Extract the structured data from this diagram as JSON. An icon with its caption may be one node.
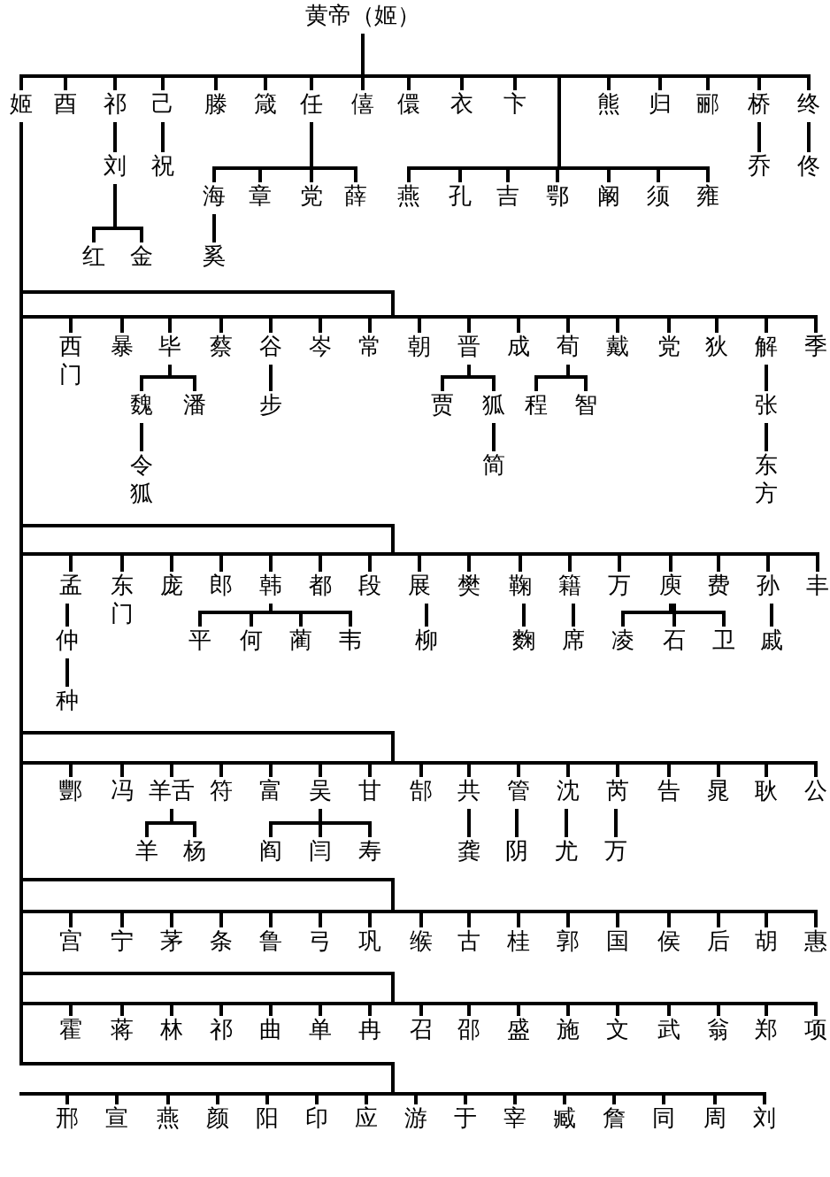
{
  "diagram": {
    "nodes": [
      {
        "text": [
          "黄帝（姬）"
        ]
      },
      {
        "text": [
          "姬"
        ]
      },
      {
        "text": [
          "酉"
        ]
      },
      {
        "text": [
          "祁"
        ]
      },
      {
        "text": [
          "己"
        ]
      },
      {
        "text": [
          "滕"
        ]
      },
      {
        "text": [
          "箴"
        ]
      },
      {
        "text": [
          "任"
        ]
      },
      {
        "text": [
          "僖"
        ]
      },
      {
        "text": [
          "儇"
        ]
      },
      {
        "text": [
          "衣"
        ]
      },
      {
        "text": [
          "卞"
        ]
      },
      {
        "text": [
          "熊"
        ]
      },
      {
        "text": [
          "归"
        ]
      },
      {
        "text": [
          "郦"
        ]
      },
      {
        "text": [
          "桥"
        ]
      },
      {
        "text": [
          "终"
        ]
      },
      {
        "text": [
          "刘"
        ]
      },
      {
        "text": [
          "祝"
        ]
      },
      {
        "text": [
          "海"
        ]
      },
      {
        "text": [
          "章"
        ]
      },
      {
        "text": [
          "党"
        ]
      },
      {
        "text": [
          "薛"
        ]
      },
      {
        "text": [
          "燕"
        ]
      },
      {
        "text": [
          "孔"
        ]
      },
      {
        "text": [
          "吉"
        ]
      },
      {
        "text": [
          "鄂"
        ]
      },
      {
        "text": [
          "阚"
        ]
      },
      {
        "text": [
          "须"
        ]
      },
      {
        "text": [
          "雍"
        ]
      },
      {
        "text": [
          "乔"
        ]
      },
      {
        "text": [
          "佟"
        ]
      },
      {
        "text": [
          "红"
        ]
      },
      {
        "text": [
          "金"
        ]
      },
      {
        "text": [
          "奚"
        ]
      },
      {
        "text": [
          "西门"
        ]
      },
      {
        "text": [
          "暴"
        ]
      },
      {
        "text": [
          "毕"
        ]
      },
      {
        "text": [
          "蔡"
        ]
      },
      {
        "text": [
          "谷"
        ]
      },
      {
        "text": [
          "岑"
        ]
      },
      {
        "text": [
          "常"
        ]
      },
      {
        "text": [
          "朝"
        ]
      },
      {
        "text": [
          "晋"
        ]
      },
      {
        "text": [
          "成"
        ]
      },
      {
        "text": [
          "荀"
        ]
      },
      {
        "text": [
          "戴"
        ]
      },
      {
        "text": [
          "党"
        ]
      },
      {
        "text": [
          "狄"
        ]
      },
      {
        "text": [
          "解"
        ]
      },
      {
        "text": [
          "季"
        ]
      },
      {
        "text": [
          "魏"
        ]
      },
      {
        "text": [
          "潘"
        ]
      },
      {
        "text": [
          "步"
        ]
      },
      {
        "text": [
          "贾"
        ]
      },
      {
        "text": [
          "狐"
        ]
      },
      {
        "text": [
          "程"
        ]
      },
      {
        "text": [
          "智"
        ]
      },
      {
        "text": [
          "张"
        ]
      },
      {
        "text": [
          "令狐"
        ]
      },
      {
        "text": [
          "简"
        ]
      },
      {
        "text": [
          "东方"
        ]
      },
      {
        "text": [
          "孟"
        ]
      },
      {
        "text": [
          "东门"
        ]
      },
      {
        "text": [
          "庞"
        ]
      },
      {
        "text": [
          "郎"
        ]
      },
      {
        "text": [
          "韩"
        ]
      },
      {
        "text": [
          "都"
        ]
      },
      {
        "text": [
          "段"
        ]
      },
      {
        "text": [
          "展"
        ]
      },
      {
        "text": [
          "樊"
        ]
      },
      {
        "text": [
          "鞠"
        ]
      },
      {
        "text": [
          "籍"
        ]
      },
      {
        "text": [
          "万"
        ]
      },
      {
        "text": [
          "庾"
        ]
      },
      {
        "text": [
          "费"
        ]
      },
      {
        "text": [
          "孙"
        ]
      },
      {
        "text": [
          "丰"
        ]
      },
      {
        "text": [
          "仲"
        ]
      },
      {
        "text": [
          "平"
        ]
      },
      {
        "text": [
          "何"
        ]
      },
      {
        "text": [
          "蔺"
        ]
      },
      {
        "text": [
          "韦"
        ]
      },
      {
        "text": [
          "柳"
        ]
      },
      {
        "text": [
          "麴"
        ]
      },
      {
        "text": [
          "席"
        ]
      },
      {
        "text": [
          "凌"
        ]
      },
      {
        "text": [
          "石"
        ]
      },
      {
        "text": [
          "卫"
        ]
      },
      {
        "text": [
          "戚"
        ]
      },
      {
        "text": [
          "种"
        ]
      },
      {
        "text": [
          "酆"
        ]
      },
      {
        "text": [
          "冯"
        ]
      },
      {
        "text": [
          "羊舌"
        ]
      },
      {
        "text": [
          "符"
        ]
      },
      {
        "text": [
          "富"
        ]
      },
      {
        "text": [
          "吴"
        ]
      },
      {
        "text": [
          "甘"
        ]
      },
      {
        "text": [
          "郜"
        ]
      },
      {
        "text": [
          "共"
        ]
      },
      {
        "text": [
          "管"
        ]
      },
      {
        "text": [
          "沈"
        ]
      },
      {
        "text": [
          "芮"
        ]
      },
      {
        "text": [
          "告"
        ]
      },
      {
        "text": [
          "晁"
        ]
      },
      {
        "text": [
          "耿"
        ]
      },
      {
        "text": [
          "公"
        ]
      },
      {
        "text": [
          "羊"
        ]
      },
      {
        "text": [
          "杨"
        ]
      },
      {
        "text": [
          "阎"
        ]
      },
      {
        "text": [
          "闫"
        ]
      },
      {
        "text": [
          "寿"
        ]
      },
      {
        "text": [
          "龚"
        ]
      },
      {
        "text": [
          "阴"
        ]
      },
      {
        "text": [
          "尤"
        ]
      },
      {
        "text": [
          "万"
        ]
      },
      {
        "text": [
          "宫"
        ]
      },
      {
        "text": [
          "宁"
        ]
      },
      {
        "text": [
          "茅"
        ]
      },
      {
        "text": [
          "条"
        ]
      },
      {
        "text": [
          "鲁"
        ]
      },
      {
        "text": [
          "弓"
        ]
      },
      {
        "text": [
          "巩"
        ]
      },
      {
        "text": [
          "缑"
        ]
      },
      {
        "text": [
          "古"
        ]
      },
      {
        "text": [
          "桂"
        ]
      },
      {
        "text": [
          "郭"
        ]
      },
      {
        "text": [
          "国"
        ]
      },
      {
        "text": [
          "侯"
        ]
      },
      {
        "text": [
          "后"
        ]
      },
      {
        "text": [
          "胡"
        ]
      },
      {
        "text": [
          "惠"
        ]
      },
      {
        "text": [
          "霍"
        ]
      },
      {
        "text": [
          "蒋"
        ]
      },
      {
        "text": [
          "林"
        ]
      },
      {
        "text": [
          "祁"
        ]
      },
      {
        "text": [
          "曲"
        ]
      },
      {
        "text": [
          "单"
        ]
      },
      {
        "text": [
          "冉"
        ]
      },
      {
        "text": [
          "召"
        ]
      },
      {
        "text": [
          "邵"
        ]
      },
      {
        "text": [
          "盛"
        ]
      },
      {
        "text": [
          "施"
        ]
      },
      {
        "text": [
          "文"
        ]
      },
      {
        "text": [
          "武"
        ]
      },
      {
        "text": [
          "翁"
        ]
      },
      {
        "text": [
          "郑"
        ]
      },
      {
        "text": [
          "项"
        ]
      },
      {
        "text": [
          "邢"
        ]
      },
      {
        "text": [
          "宣"
        ]
      },
      {
        "text": [
          "燕"
        ]
      },
      {
        "text": [
          "颜"
        ]
      },
      {
        "text": [
          "阳"
        ]
      },
      {
        "text": [
          "印"
        ]
      },
      {
        "text": [
          "应"
        ]
      },
      {
        "text": [
          "游"
        ]
      },
      {
        "text": [
          "于"
        ]
      },
      {
        "text": [
          "宰"
        ]
      },
      {
        "text": [
          "臧"
        ]
      },
      {
        "text": [
          "詹"
        ]
      },
      {
        "text": [
          "同"
        ]
      },
      {
        "text": [
          "周"
        ]
      },
      {
        "text": [
          "刘"
        ]
      }
    ],
    "edges": [
      {
        "from": 0,
        "to": 1,
        "arrow": "none"
      },
      {
        "from": 0,
        "to": 2,
        "arrow": "none"
      },
      {
        "from": 0,
        "to": 3,
        "arrow": "none"
      },
      {
        "from": 0,
        "to": 4,
        "arrow": "none"
      },
      {
        "from": 0,
        "to": 5,
        "arrow": "none"
      },
      {
        "from": 0,
        "to": 6,
        "arrow": "none"
      },
      {
        "from": 0,
        "to": 7,
        "arrow": "none"
      },
      {
        "from": 0,
        "to": 8,
        "arrow": "none"
      },
      {
        "from": 0,
        "to": 9,
        "arrow": "none"
      },
      {
        "from": 0,
        "to": 10,
        "arrow": "none"
      },
      {
        "from": 0,
        "to": 11,
        "arrow": "none"
      },
      {
        "from": 0,
        "to": 12,
        "arrow": "none"
      },
      {
        "from": 0,
        "to": 13,
        "arrow": "none"
      },
      {
        "from": 0,
        "to": 14,
        "arrow": "none"
      },
      {
        "from": 0,
        "to": 15,
        "arrow": "none"
      },
      {
        "from": 0,
        "to": 16,
        "arrow": "none"
      },
      {
        "from": 0,
        "to": 23,
        "arrow": "none"
      },
      {
        "from": 0,
        "to": 24,
        "arrow": "none"
      },
      {
        "from": 0,
        "to": 25,
        "arrow": "none"
      },
      {
        "from": 0,
        "to": 26,
        "arrow": "none"
      },
      {
        "from": 0,
        "to": 27,
        "arrow": "none"
      },
      {
        "from": 0,
        "to": 28,
        "arrow": "none"
      },
      {
        "from": 0,
        "to": 29,
        "arrow": "none"
      },
      {
        "from": 3,
        "to": 17,
        "arrow": "none"
      },
      {
        "from": 4,
        "to": 18,
        "arrow": "none"
      },
      {
        "from": 7,
        "to": 19,
        "arrow": "none"
      },
      {
        "from": 7,
        "to": 20,
        "arrow": "none"
      },
      {
        "from": 7,
        "to": 21,
        "arrow": "none"
      },
      {
        "from": 7,
        "to": 22,
        "arrow": "none"
      },
      {
        "from": 15,
        "to": 30,
        "arrow": "none"
      },
      {
        "from": 16,
        "to": 31,
        "arrow": "none"
      },
      {
        "from": 17,
        "to": 32,
        "arrow": "none"
      },
      {
        "from": 17,
        "to": 33,
        "arrow": "none"
      },
      {
        "from": 19,
        "to": 34,
        "arrow": "none"
      },
      {
        "from": 1,
        "to": 35,
        "arrow": "none"
      },
      {
        "from": 1,
        "to": 36,
        "arrow": "none"
      },
      {
        "from": 1,
        "to": 37,
        "arrow": "none"
      },
      {
        "from": 1,
        "to": 38,
        "arrow": "none"
      },
      {
        "from": 1,
        "to": 39,
        "arrow": "none"
      },
      {
        "from": 1,
        "to": 40,
        "arrow": "none"
      },
      {
        "from": 1,
        "to": 41,
        "arrow": "none"
      },
      {
        "from": 1,
        "to": 42,
        "arrow": "none"
      },
      {
        "from": 1,
        "to": 43,
        "arrow": "none"
      },
      {
        "from": 1,
        "to": 44,
        "arrow": "none"
      },
      {
        "from": 1,
        "to": 45,
        "arrow": "none"
      },
      {
        "from": 1,
        "to": 46,
        "arrow": "none"
      },
      {
        "from": 1,
        "to": 47,
        "arrow": "none"
      },
      {
        "from": 1,
        "to": 48,
        "arrow": "none"
      },
      {
        "from": 1,
        "to": 49,
        "arrow": "none"
      },
      {
        "from": 1,
        "to": 50,
        "arrow": "none"
      },
      {
        "from": 37,
        "to": 51,
        "arrow": "none"
      },
      {
        "from": 37,
        "to": 52,
        "arrow": "none"
      },
      {
        "from": 39,
        "to": 53,
        "arrow": "none"
      },
      {
        "from": 43,
        "to": 54,
        "arrow": "none"
      },
      {
        "from": 43,
        "to": 55,
        "arrow": "none"
      },
      {
        "from": 45,
        "to": 56,
        "arrow": "none"
      },
      {
        "from": 45,
        "to": 57,
        "arrow": "none"
      },
      {
        "from": 49,
        "to": 58,
        "arrow": "none"
      },
      {
        "from": 51,
        "to": 59,
        "arrow": "none"
      },
      {
        "from": 55,
        "to": 60,
        "arrow": "none"
      },
      {
        "from": 58,
        "to": 61,
        "arrow": "none"
      },
      {
        "from": 1,
        "to": 62,
        "arrow": "none"
      },
      {
        "from": 1,
        "to": 63,
        "arrow": "none"
      },
      {
        "from": 1,
        "to": 64,
        "arrow": "none"
      },
      {
        "from": 1,
        "to": 65,
        "arrow": "none"
      },
      {
        "from": 1,
        "to": 66,
        "arrow": "none"
      },
      {
        "from": 1,
        "to": 67,
        "arrow": "none"
      },
      {
        "from": 1,
        "to": 68,
        "arrow": "none"
      },
      {
        "from": 1,
        "to": 69,
        "arrow": "none"
      },
      {
        "from": 1,
        "to": 70,
        "arrow": "none"
      },
      {
        "from": 1,
        "to": 71,
        "arrow": "none"
      },
      {
        "from": 1,
        "to": 72,
        "arrow": "none"
      },
      {
        "from": 1,
        "to": 73,
        "arrow": "none"
      },
      {
        "from": 1,
        "to": 74,
        "arrow": "none"
      },
      {
        "from": 1,
        "to": 75,
        "arrow": "none"
      },
      {
        "from": 1,
        "to": 76,
        "arrow": "none"
      },
      {
        "from": 1,
        "to": 77,
        "arrow": "none"
      },
      {
        "from": 62,
        "to": 78,
        "arrow": "none"
      },
      {
        "from": 66,
        "to": 79,
        "arrow": "none"
      },
      {
        "from": 66,
        "to": 80,
        "arrow": "none"
      },
      {
        "from": 66,
        "to": 81,
        "arrow": "none"
      },
      {
        "from": 66,
        "to": 82,
        "arrow": "none"
      },
      {
        "from": 69,
        "to": 83,
        "arrow": "none"
      },
      {
        "from": 71,
        "to": 84,
        "arrow": "none"
      },
      {
        "from": 72,
        "to": 85,
        "arrow": "none"
      },
      {
        "from": 74,
        "to": 86,
        "arrow": "none"
      },
      {
        "from": 74,
        "to": 87,
        "arrow": "none"
      },
      {
        "from": 74,
        "to": 88,
        "arrow": "none"
      },
      {
        "from": 76,
        "to": 89,
        "arrow": "none"
      },
      {
        "from": 78,
        "to": 90,
        "arrow": "none"
      },
      {
        "from": 1,
        "to": 91,
        "arrow": "none"
      },
      {
        "from": 1,
        "to": 92,
        "arrow": "none"
      },
      {
        "from": 1,
        "to": 93,
        "arrow": "none"
      },
      {
        "from": 1,
        "to": 94,
        "arrow": "none"
      },
      {
        "from": 1,
        "to": 95,
        "arrow": "none"
      },
      {
        "from": 1,
        "to": 96,
        "arrow": "none"
      },
      {
        "from": 1,
        "to": 97,
        "arrow": "none"
      },
      {
        "from": 1,
        "to": 98,
        "arrow": "none"
      },
      {
        "from": 1,
        "to": 99,
        "arrow": "none"
      },
      {
        "from": 1,
        "to": 100,
        "arrow": "none"
      },
      {
        "from": 1,
        "to": 101,
        "arrow": "none"
      },
      {
        "from": 1,
        "to": 102,
        "arrow": "none"
      },
      {
        "from": 1,
        "to": 103,
        "arrow": "none"
      },
      {
        "from": 1,
        "to": 104,
        "arrow": "none"
      },
      {
        "from": 1,
        "to": 105,
        "arrow": "none"
      },
      {
        "from": 1,
        "to": 106,
        "arrow": "none"
      },
      {
        "from": 93,
        "to": 107,
        "arrow": "none"
      },
      {
        "from": 93,
        "to": 108,
        "arrow": "none"
      },
      {
        "from": 96,
        "to": 109,
        "arrow": "none"
      },
      {
        "from": 96,
        "to": 110,
        "arrow": "none"
      },
      {
        "from": 96,
        "to": 111,
        "arrow": "none"
      },
      {
        "from": 99,
        "to": 112,
        "arrow": "none"
      },
      {
        "from": 100,
        "to": 113,
        "arrow": "none"
      },
      {
        "from": 101,
        "to": 114,
        "arrow": "none"
      },
      {
        "from": 102,
        "to": 115,
        "arrow": "none"
      },
      {
        "from": 1,
        "to": 116,
        "arrow": "none"
      },
      {
        "from": 1,
        "to": 117,
        "arrow": "none"
      },
      {
        "from": 1,
        "to": 118,
        "arrow": "none"
      },
      {
        "from": 1,
        "to": 119,
        "arrow": "none"
      },
      {
        "from": 1,
        "to": 120,
        "arrow": "none"
      },
      {
        "from": 1,
        "to": 121,
        "arrow": "none"
      },
      {
        "from": 1,
        "to": 122,
        "arrow": "none"
      },
      {
        "from": 1,
        "to": 123,
        "arrow": "none"
      },
      {
        "from": 1,
        "to": 124,
        "arrow": "none"
      },
      {
        "from": 1,
        "to": 125,
        "arrow": "none"
      },
      {
        "from": 1,
        "to": 126,
        "arrow": "none"
      },
      {
        "from": 1,
        "to": 127,
        "arrow": "none"
      },
      {
        "from": 1,
        "to": 128,
        "arrow": "none"
      },
      {
        "from": 1,
        "to": 129,
        "arrow": "none"
      },
      {
        "from": 1,
        "to": 130,
        "arrow": "none"
      },
      {
        "from": 1,
        "to": 131,
        "arrow": "none"
      },
      {
        "from": 1,
        "to": 132,
        "arrow": "none"
      },
      {
        "from": 1,
        "to": 133,
        "arrow": "none"
      },
      {
        "from": 1,
        "to": 134,
        "arrow": "none"
      },
      {
        "from": 1,
        "to": 135,
        "arrow": "none"
      },
      {
        "from": 1,
        "to": 136,
        "arrow": "none"
      },
      {
        "from": 1,
        "to": 137,
        "arrow": "none"
      },
      {
        "from": 1,
        "to": 138,
        "arrow": "none"
      },
      {
        "from": 1,
        "to": 139,
        "arrow": "none"
      },
      {
        "from": 1,
        "to": 140,
        "arrow": "none"
      },
      {
        "from": 1,
        "to": 141,
        "arrow": "none"
      },
      {
        "from": 1,
        "to": 142,
        "arrow": "none"
      },
      {
        "from": 1,
        "to": 143,
        "arrow": "none"
      },
      {
        "from": 1,
        "to": 144,
        "arrow": "none"
      },
      {
        "from": 1,
        "to": 145,
        "arrow": "none"
      },
      {
        "from": 1,
        "to": 146,
        "arrow": "none"
      },
      {
        "from": 1,
        "to": 147,
        "arrow": "none"
      },
      {
        "from": 1,
        "to": 148,
        "arrow": "none"
      },
      {
        "from": 1,
        "to": 149,
        "arrow": "none"
      },
      {
        "from": 1,
        "to": 150,
        "arrow": "none"
      },
      {
        "from": 1,
        "to": 151,
        "arrow": "none"
      },
      {
        "from": 1,
        "to": 152,
        "arrow": "none"
      },
      {
        "from": 1,
        "to": 153,
        "arrow": "none"
      },
      {
        "from": 1,
        "to": 154,
        "arrow": "none"
      },
      {
        "from": 1,
        "to": 155,
        "arrow": "none"
      },
      {
        "from": 1,
        "to": 156,
        "arrow": "none"
      },
      {
        "from": 1,
        "to": 157,
        "arrow": "none"
      },
      {
        "from": 1,
        "to": 158,
        "arrow": "none"
      },
      {
        "from": 1,
        "to": 159,
        "arrow": "none"
      },
      {
        "from": 1,
        "to": 160,
        "arrow": "none"
      },
      {
        "from": 1,
        "to": 161,
        "arrow": "none"
      },
      {
        "from": 1,
        "to": 162,
        "arrow": "none"
      }
    ]
  }
}
